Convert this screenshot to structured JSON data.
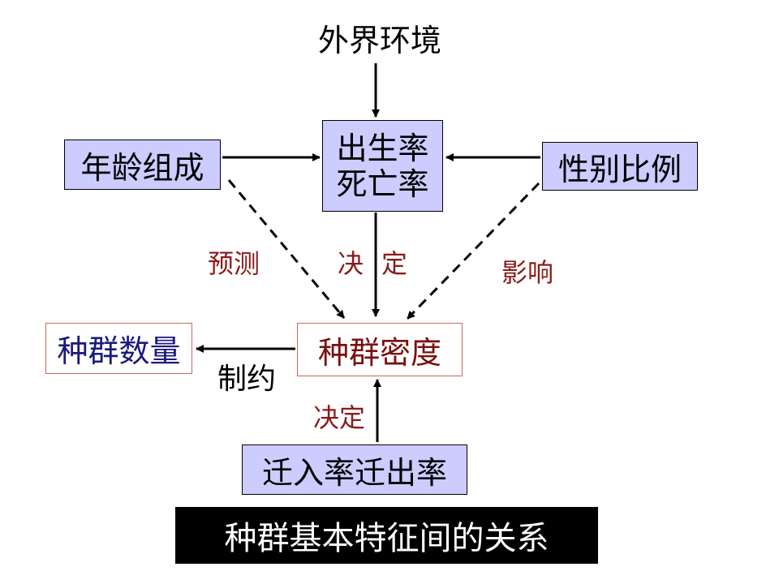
{
  "nodes": {
    "environment": "外界环境",
    "age_structure": "年龄组成",
    "birth_rate": "出生率",
    "death_rate": "死亡率",
    "sex_ratio": "性别比例",
    "population_count": "种群数量",
    "population_density": "种群密度",
    "migration_rates": "迁入率迁出率"
  },
  "labels": {
    "predict": "预测",
    "decide_top": "决定",
    "influence": "影响",
    "constrain": "制约",
    "decide_bottom": "决定"
  },
  "title": "种群基本特征间的关系",
  "colors": {
    "filled_box": "#ccccff",
    "density_border": "#cc6666",
    "label_text": "#8b1a1a",
    "count_text": "#1a1a80"
  }
}
